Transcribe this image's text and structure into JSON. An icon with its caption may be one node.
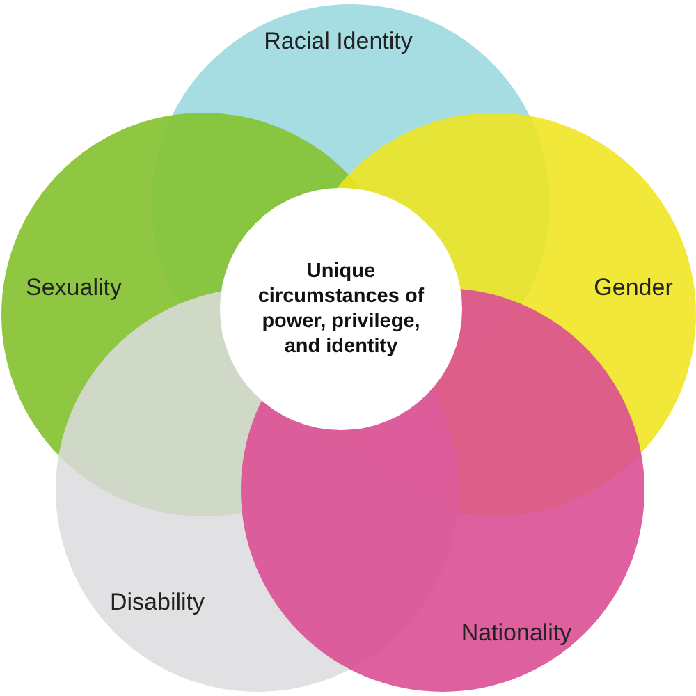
{
  "diagram": {
    "nodes": [
      {
        "text": [
          "Racial Identity"
        ]
      },
      {
        "text": [
          "Sexuality"
        ]
      },
      {
        "text": [
          "Gender"
        ]
      },
      {
        "text": [
          "Unique circumstances of power, privilege, and identity"
        ]
      },
      {
        "text": [
          "Disability"
        ]
      },
      {
        "text": [
          "Nationality"
        ]
      }
    ]
  }
}
